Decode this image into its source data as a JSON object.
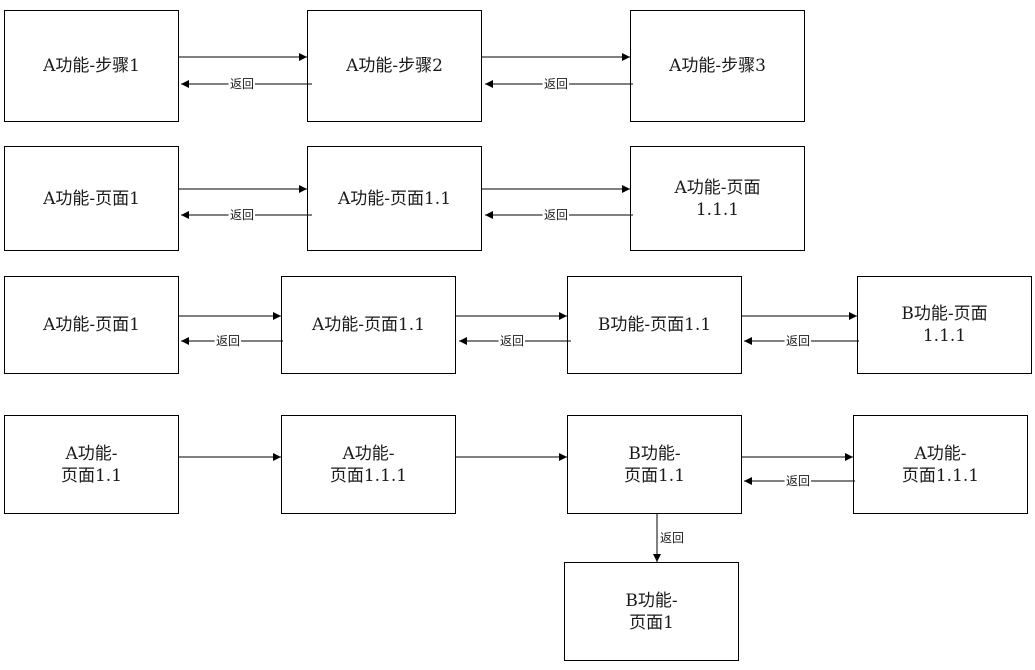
{
  "nodes": {
    "r1_n1": {
      "label": "A功能-步骤1"
    },
    "r1_n2": {
      "label": "A功能-步骤2"
    },
    "r1_n3": {
      "label": "A功能-步骤3"
    },
    "r2_n1": {
      "label": "A功能-页面1"
    },
    "r2_n2": {
      "label": "A功能-页面1.1"
    },
    "r2_n3": {
      "label": "A功能-页面\n1.1.1"
    },
    "r3_n1": {
      "label": "A功能-页面1"
    },
    "r3_n2": {
      "label": "A功能-页面1.1"
    },
    "r3_n3": {
      "label": "B功能-页面1.1"
    },
    "r3_n4": {
      "label": "B功能-页面\n1.1.1"
    },
    "r4_n1": {
      "label": "A功能-\n页面1.1"
    },
    "r4_n2": {
      "label": "A功能-\n页面1.1.1"
    },
    "r4_n3": {
      "label": "B功能-\n页面1.1"
    },
    "r4_n4": {
      "label": "A功能-\n页面1.1.1"
    },
    "r5_n1": {
      "label": "B功能-\n页面1"
    }
  },
  "edge_labels": {
    "back": "返回"
  }
}
